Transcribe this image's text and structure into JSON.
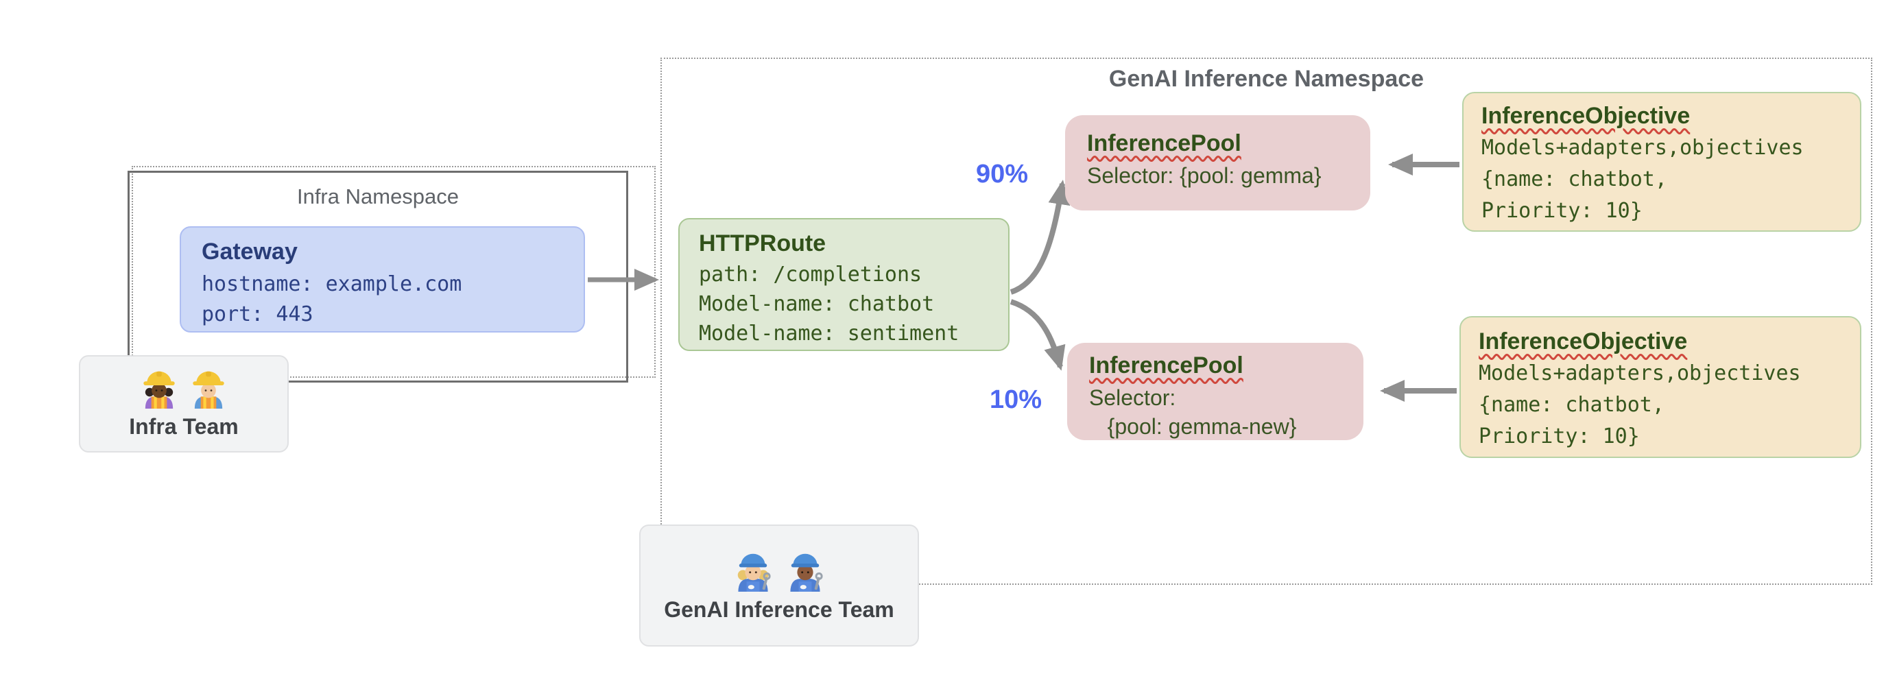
{
  "infra_namespace": {
    "title": "Infra Namespace"
  },
  "gateway": {
    "title": "Gateway",
    "lines": [
      "hostname: example.com",
      "port: 443"
    ]
  },
  "infra_team": {
    "label": "Infra Team",
    "icons": [
      "woman-construction-worker-icon",
      "man-construction-worker-icon"
    ]
  },
  "genai_namespace": {
    "title": "GenAI Inference Namespace"
  },
  "httproute": {
    "title": "HTTPRoute",
    "lines": [
      "path: /completions",
      "Model-name: chatbot",
      "Model-name: sentiment"
    ]
  },
  "traffic_split": {
    "top_label": "90%",
    "bottom_label": "10%"
  },
  "pool_top": {
    "title": "InferencePool",
    "lines": [
      "Selector: {pool: gemma}"
    ]
  },
  "pool_bottom": {
    "title": "InferencePool",
    "lines": [
      "Selector:",
      "   {pool: gemma-new}"
    ]
  },
  "objective_top": {
    "title": "InferenceObjective",
    "lines": [
      "Models+adapters,objectives",
      "{name: chatbot,",
      "Priority: 10}"
    ]
  },
  "objective_bottom": {
    "title": "InferenceObjective",
    "lines": [
      "Models+adapters,objectives",
      "{name: chatbot,",
      "Priority: 10}"
    ]
  },
  "genai_team": {
    "label": "GenAI Inference Team",
    "icons": [
      "woman-mechanic-icon",
      "man-mechanic-icon"
    ]
  },
  "colors": {
    "gateway_fill": "#cdd9f7",
    "httproute_fill": "#dfe9d5",
    "pool_fill": "#e9d0d1",
    "objective_fill": "#f6e7ca",
    "team_fill": "#f2f3f4",
    "namespace_border_solid": "#6e6e6e",
    "namespace_border_dotted": "#9a9a9a",
    "arrow_gray": "#8f8f8f",
    "percent_blue": "#4e68f0",
    "dark_green_text": "#31511a",
    "navy_text": "#2b3e7c",
    "gray_title": "#5f6368",
    "squiggle_red": "#d0483d"
  }
}
